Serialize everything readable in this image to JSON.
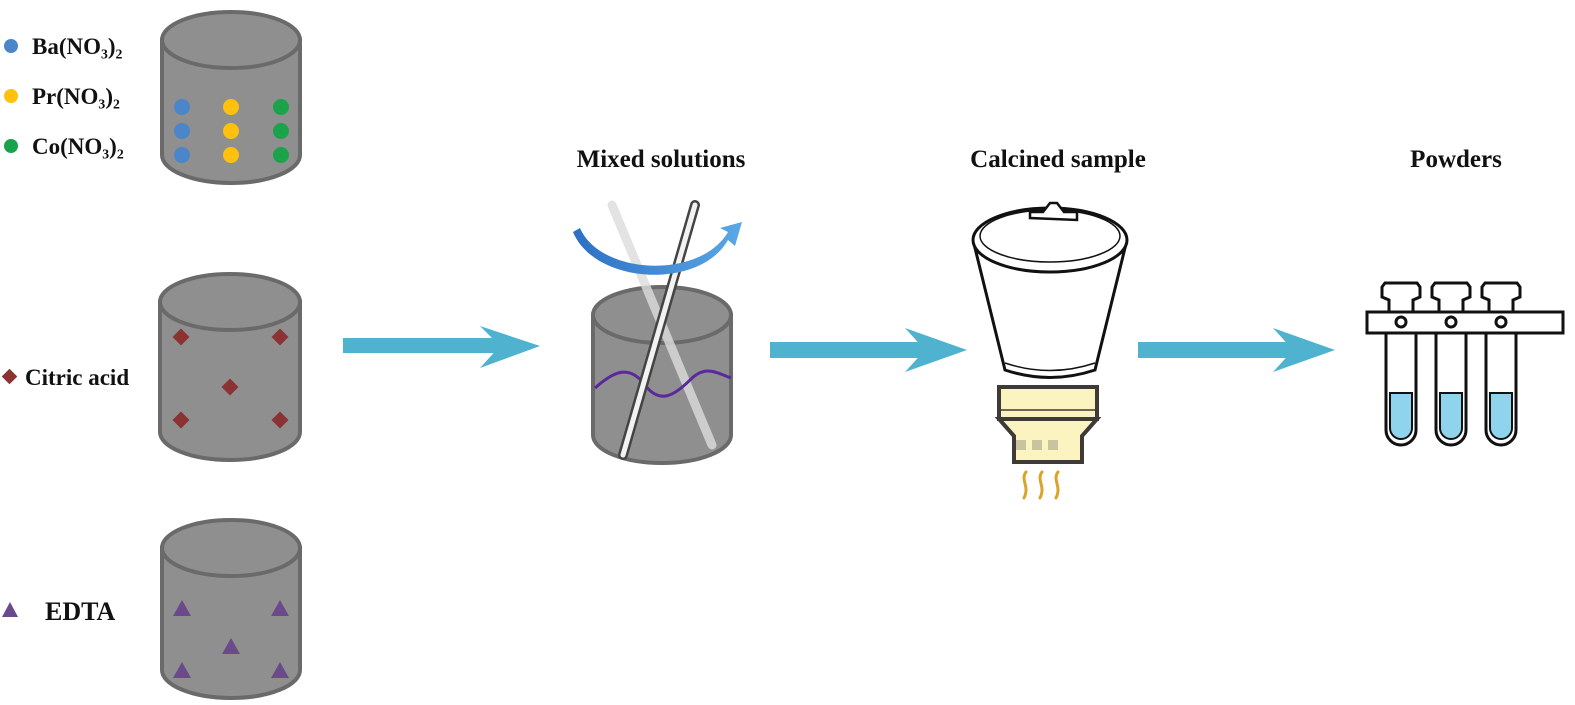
{
  "reagents": {
    "ba": "Ba(NO₃)₂",
    "pr": "Pr(NO₃)₂",
    "co": "Co(NO₃)₂",
    "citric": "Citric acid",
    "edta": "EDTA"
  },
  "steps": {
    "mixed": "Mixed solutions",
    "calcined": "Calcined sample",
    "powders": "Powders"
  },
  "colors": {
    "ba": "#4a86c8",
    "pr": "#fdc10e",
    "co": "#1aa34a",
    "citric": "#8b3232",
    "edta": "#6a4a8a",
    "arrow": "#4fb3d0",
    "liquid": "#8fd3ec",
    "heater": "#fbf3c0",
    "flame": "#d9a52a",
    "stir_wave": "#5a2a9a"
  }
}
